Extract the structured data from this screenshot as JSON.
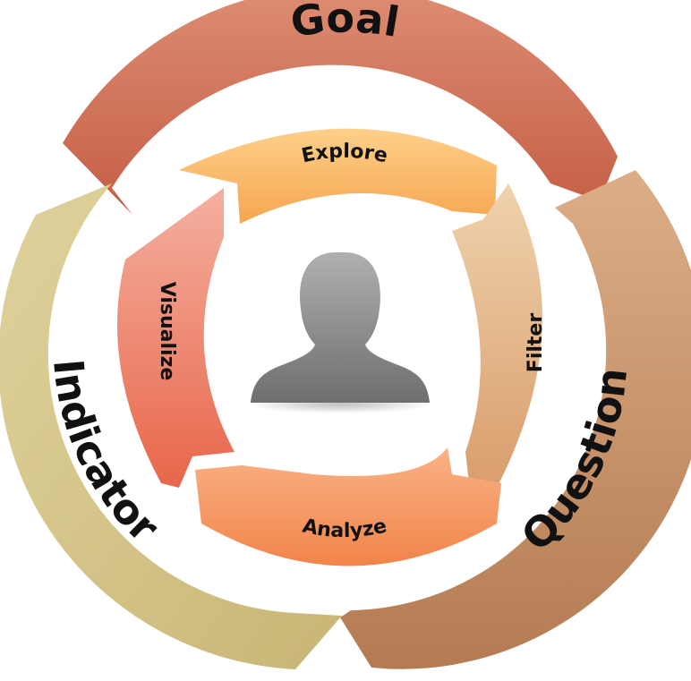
{
  "outer_cycle": [
    {
      "label": "Goal",
      "color_light": "#d9826a",
      "color_dark": "#c35f47"
    },
    {
      "label": "Question",
      "color_light": "#d7a079",
      "color_dark": "#b9815a"
    },
    {
      "label": "Indicator",
      "color_light": "#dccd95",
      "color_dark": "#cbb877"
    }
  ],
  "inner_cycle": [
    {
      "label": "Explore",
      "color_light": "#fcc67a",
      "color_dark": "#f7ab58"
    },
    {
      "label": "Filter",
      "color_light": "#ecc9a0",
      "color_dark": "#dba172"
    },
    {
      "label": "Analyze",
      "color_light": "#f9a772",
      "color_dark": "#f28b50"
    },
    {
      "label": "Visualize",
      "color_light": "#f3a793",
      "color_dark": "#e96e53"
    }
  ],
  "center": {
    "icon": "person-icon",
    "color": "#8a8a8a"
  }
}
